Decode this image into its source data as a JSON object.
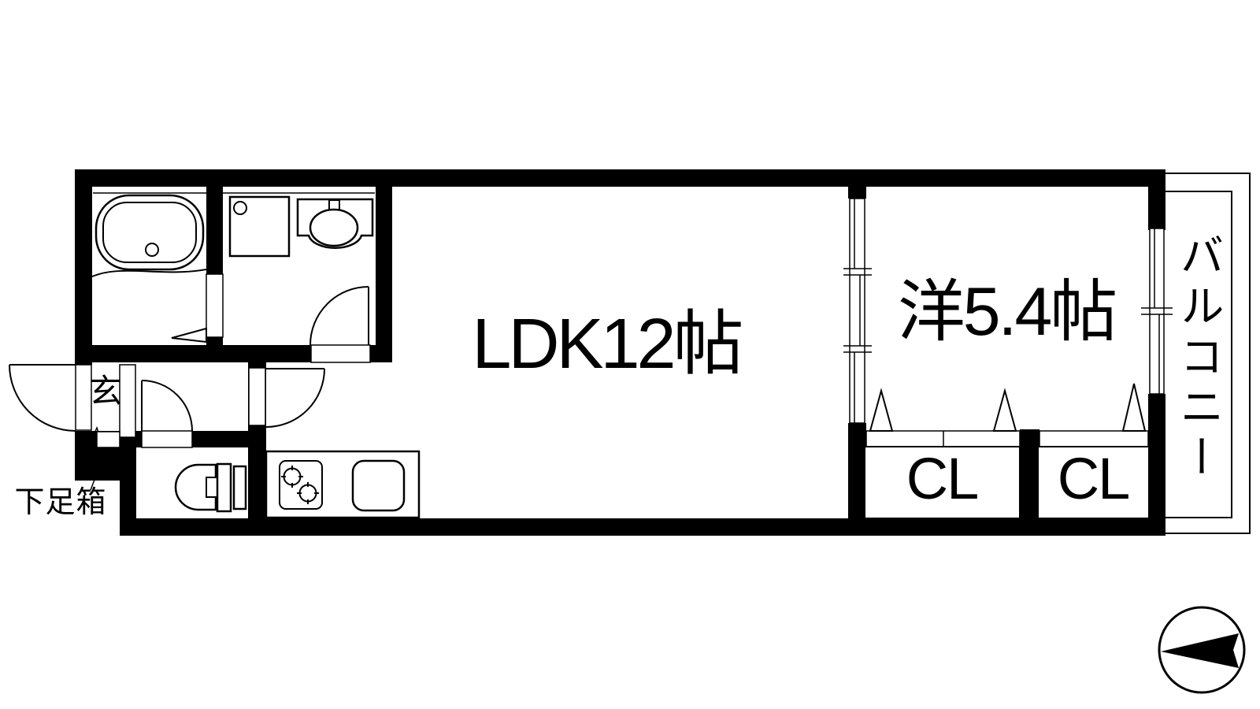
{
  "document": {
    "type": "apartment-floor-plan",
    "background_color": "#ffffff",
    "line_color": "#000000"
  },
  "rooms": {
    "ldk": {
      "label": "LDK12帖"
    },
    "western_room": {
      "label": "洋5.4帖"
    },
    "balcony": {
      "label": "バルコニー"
    },
    "closet_left": {
      "label": "CL"
    },
    "closet_right": {
      "label": "CL"
    },
    "entrance": {
      "label": "玄"
    },
    "shoe_box": {
      "label": "下足箱"
    }
  },
  "fixtures": {
    "bathtub": "bathtub-icon",
    "washing_machine_pan": "washing-machine-pan-icon",
    "washbasin": "washbasin-icon",
    "toilet": "toilet-icon",
    "gas_stove": "gas-stove-icon",
    "kitchen_sink": "kitchen-sink-icon",
    "compass": "north-arrow-icon"
  }
}
